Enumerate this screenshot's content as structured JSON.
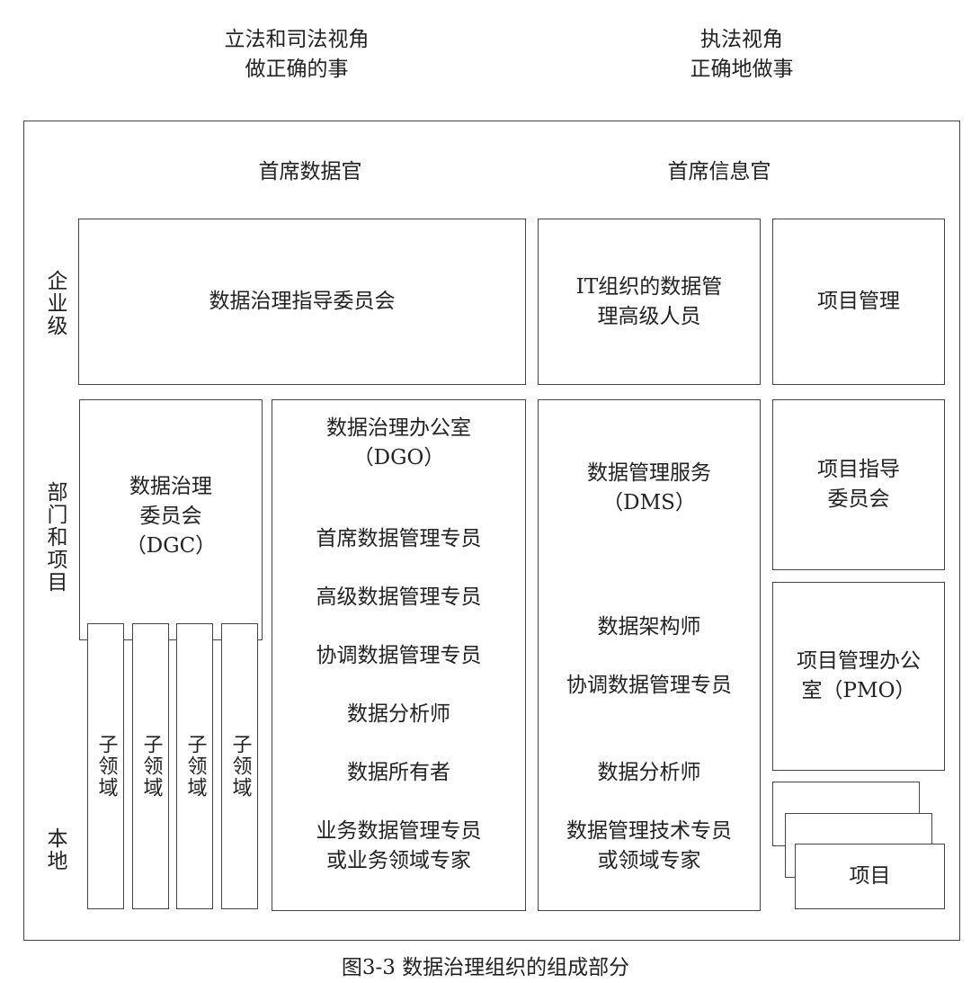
{
  "header": {
    "left_line1": "立法和司法视角",
    "left_line2": "做正确的事",
    "right_line1": "执法视角",
    "right_line2": "正确地做事"
  },
  "roles": {
    "cdo": "首席数据官",
    "cio": "首席信息官"
  },
  "levels": {
    "enterprise": "企业级",
    "dept": "部门和项目",
    "local": "本地"
  },
  "boxes": {
    "steering": "数据治理指导委员会",
    "it_senior_line1": "IT组织的数据管",
    "it_senior_line2": "理高级人员",
    "project_mgmt": "项目管理",
    "dgc_line1": "数据治理",
    "dgc_line2": "委员会",
    "dgc_line3": "（DGC）",
    "subdomain": "子领域",
    "dgo_title": "数据治理办公室",
    "dgo_abbr": "（DGO）",
    "dgo_items": [
      "首席数据管理专员",
      "高级数据管理专员",
      "协调数据管理专员",
      "数据分析师",
      "数据所有者"
    ],
    "dgo_last_line1": "业务数据管理专员",
    "dgo_last_line2": "或业务领域专家",
    "dms_title": "数据管理服务",
    "dms_abbr": "（DMS）",
    "dms_items": [
      "数据架构师",
      "协调数据管理专员",
      "数据分析师"
    ],
    "dms_last_line1": "数据管理技术专员",
    "dms_last_line2": "或领域专家",
    "psc_line1": "项目指导",
    "psc_line2": "委员会",
    "pmo_line1": "项目管理办公",
    "pmo_line2": "室（PMO）",
    "project": "项目"
  },
  "caption": "图3-3 数据治理组织的组成部分"
}
